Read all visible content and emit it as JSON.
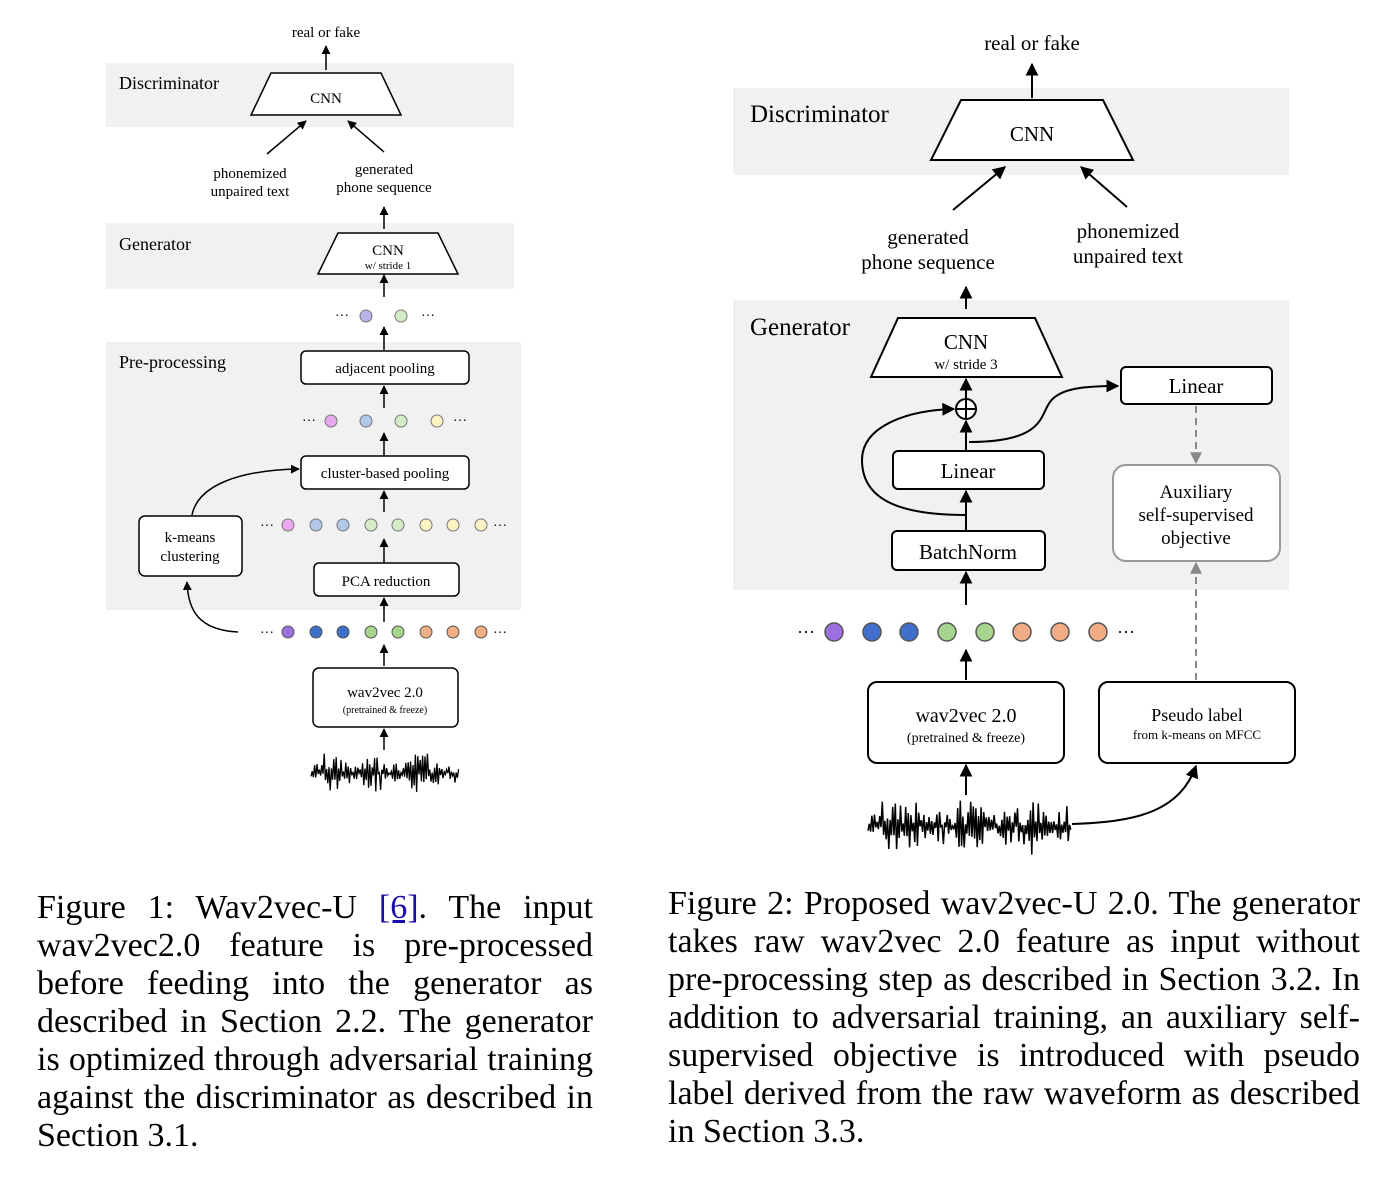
{
  "figure1": {
    "real_or_fake": "real or fake",
    "discriminator_label": "Discriminator",
    "disc_cnn": "CNN",
    "phonemized_1": "phonemized",
    "phonemized_2": "unpaired text",
    "generated_1": "generated",
    "generated_2": "phone sequence",
    "generator_label": "Generator",
    "gen_cnn": "CNN",
    "gen_cnn_sub": "w/ stride 1",
    "preprocessing_label": "Pre-processing",
    "adjacent_pooling": "adjacent pooling",
    "cluster_pooling": "cluster-based pooling",
    "kmeans_1": "k-means",
    "kmeans_2": "clustering",
    "pca": "PCA reduction",
    "wav2vec": "wav2vec 2.0",
    "wav2vec_sub": "(pretrained & freeze)",
    "ellipsis": "···"
  },
  "figure2": {
    "real_or_fake": "real or fake",
    "discriminator_label": "Discriminator",
    "disc_cnn": "CNN",
    "generated_1": "generated",
    "generated_2": "phone sequence",
    "phonemized_1": "phonemized",
    "phonemized_2": "unpaired text",
    "generator_label": "Generator",
    "gen_cnn": "CNN",
    "gen_cnn_sub": "w/ stride 3",
    "linear_side": "Linear",
    "linear_main": "Linear",
    "batchnorm": "BatchNorm",
    "aux_1": "Auxiliary",
    "aux_2": "self-supervised",
    "aux_3": "objective",
    "wav2vec": "wav2vec 2.0",
    "wav2vec_sub": "(pretrained & freeze)",
    "pseudo_1": "Pseudo label",
    "pseudo_2": "from k-means on MFCC",
    "ellipsis": "···"
  },
  "captions": {
    "fig1_before": "Figure 1: Wav2vec-U ",
    "fig1_ref": "[6]",
    "fig1_after": ". The input wav2vec2.0 feature is pre-processed before feeding into the generator as described in Section 2.2. The generator is optimized through adversarial training against the discriminator as described in Section 3.1.",
    "fig2": "Figure 2: Proposed wav2vec-U 2.0. The generator takes raw wav2vec 2.0 feature as input without pre-processing step as described in Section 3.2. In addition to adversarial training, an auxiliary self-supervised objective is introduced with pseudo label derived from the raw waveform as described in Section 3.3."
  },
  "colors": {
    "panel": "#f1f1f1",
    "purple": "#9b6fe0",
    "blue": "#3f6fc9",
    "green": "#a6d58f",
    "orange": "#f2ad85",
    "lavender": "#b9b3ec",
    "lightgreen": "#d4edc6",
    "pink": "#e9a7ee",
    "lightblue": "#b2c8e9",
    "yellow": "#fdf3c4"
  }
}
